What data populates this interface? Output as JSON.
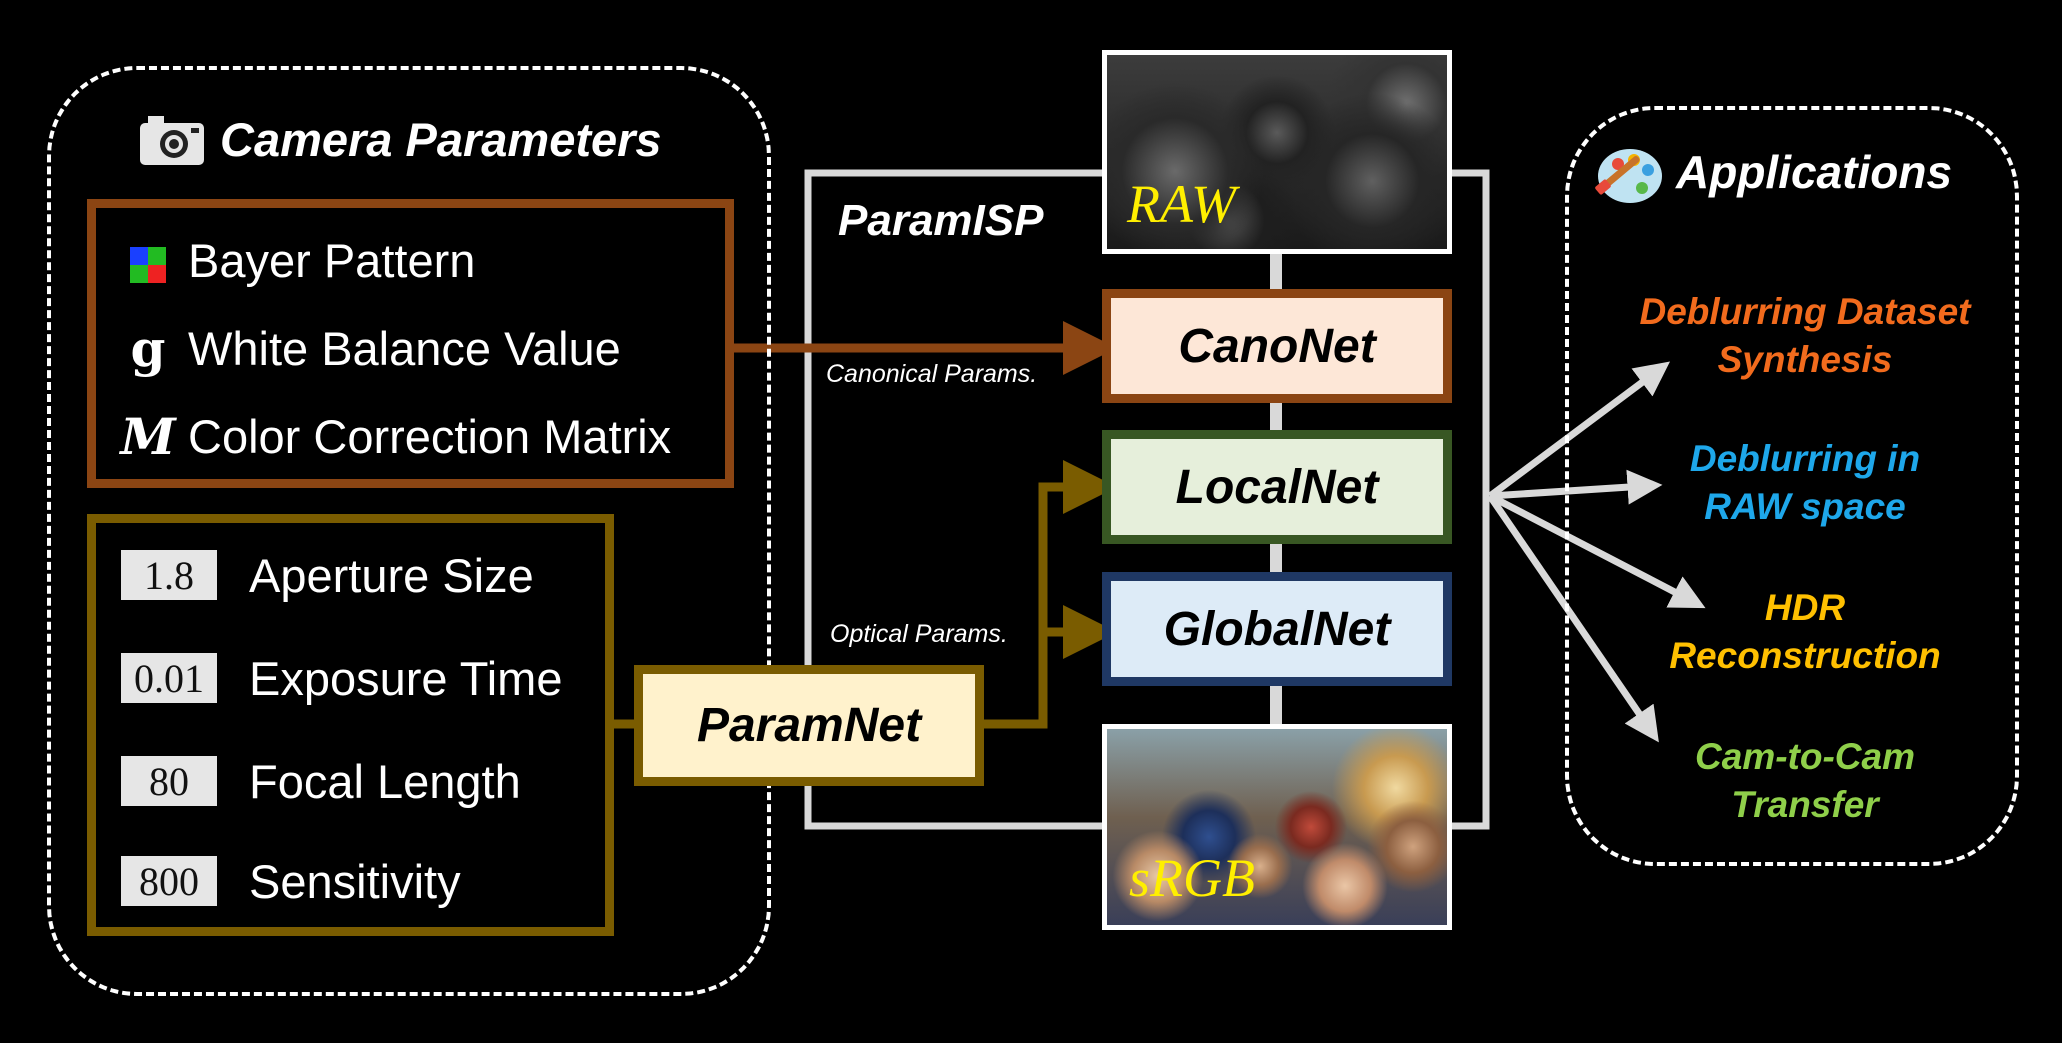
{
  "camera_parameters": {
    "title": "Camera Parameters",
    "icon": "camera-icon",
    "canonical": [
      {
        "symbol": "",
        "icon": "bayer-pattern-icon",
        "label": "Bayer Pattern"
      },
      {
        "symbol": "g",
        "label": "White Balance Value"
      },
      {
        "symbol": "M",
        "label": "Color Correction Matrix"
      }
    ],
    "optical": [
      {
        "value": "1.8",
        "label": "Aperture Size"
      },
      {
        "value": "0.01",
        "label": "Exposure Time"
      },
      {
        "value": "80",
        "label": "Focal Length"
      },
      {
        "value": "800",
        "label": "Sensitivity"
      }
    ]
  },
  "paramisp": {
    "title": "ParamISP",
    "raw_label": "RAW",
    "srgb_label": "sRGB",
    "canonical_params_label": "Canonical Params.",
    "optical_params_label": "Optical Params.",
    "paramnet": "ParamNet",
    "nets": [
      {
        "name": "CanoNet",
        "fill": "#fde7d7",
        "border": "#8b4513"
      },
      {
        "name": "LocalNet",
        "fill": "#e6efdb",
        "border": "#385723"
      },
      {
        "name": "GlobalNet",
        "fill": "#ddebf7",
        "border": "#1f3864"
      }
    ]
  },
  "applications": {
    "title": "Applications",
    "icon": "palette-icon",
    "items": [
      {
        "line1": "Deblurring Dataset",
        "line2": "Synthesis",
        "color": "#f26b1d"
      },
      {
        "line1": "Deblurring in",
        "line2": "RAW space",
        "color": "#1ea7ea"
      },
      {
        "line1": "HDR",
        "line2": "Reconstruction",
        "color": "#ffc000"
      },
      {
        "line1": "Cam-to-Cam",
        "line2": "Transfer",
        "color": "#8fcf4a"
      }
    ]
  },
  "colors": {
    "canonical_border": "#8b4513",
    "optical_border": "#7a5c00",
    "paramnet_fill": "#fff2cc",
    "connector": "#d9d9d9"
  }
}
